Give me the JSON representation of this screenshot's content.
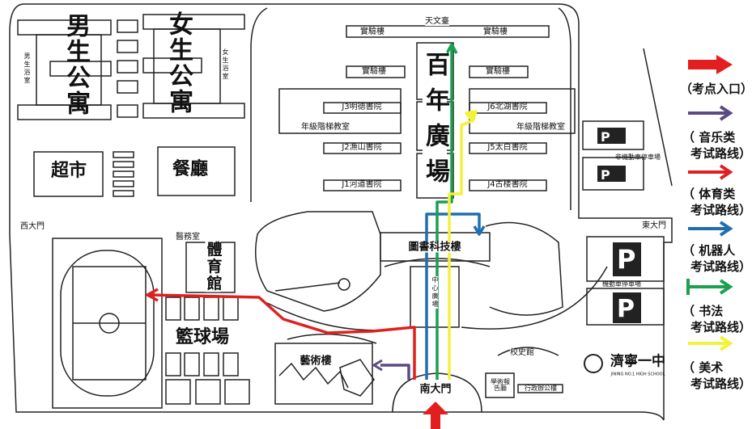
{
  "map": {
    "buildings": {
      "boys_dorm": "男生公寓",
      "boys_bath": "男生浴室",
      "girls_dorm": "女生公寓",
      "girls_bath": "女生浴室",
      "supermarket": "超市",
      "canteen": "餐廳",
      "observatory": "天文臺",
      "lab_top_left": "實驗樓",
      "lab_top_right": "實驗樓",
      "lab_mid_left": "實驗樓",
      "lab_mid_right": "實驗樓",
      "centennial_square": "百年廣場",
      "j3": "J3明德書院",
      "j6": "J6北湖書院",
      "lecture_left": "年級階梯教室",
      "lecture_right": "年級階梯教室",
      "j2": "J2漁山書院",
      "j5": "J5太白書院",
      "j1": "J1河道書院",
      "j4": "J4古楼書院",
      "library": "圖書科技樓",
      "center_square": "中心廣場",
      "clinic": "醫務室",
      "gym": "體育館",
      "basketball": "籃球場",
      "art": "藝術樓",
      "history": "校史館",
      "lecture_hall": "學術報告廳",
      "admin": "行政辦公樓",
      "bike_parking": "非機動車停車場",
      "car_parking": "機動車停車場"
    },
    "gates": {
      "west": "西大門",
      "east": "東大門",
      "south": "南大門"
    },
    "logo": {
      "name": "濟寧一中",
      "subtitle": "JINING NO.1 HIGH SCHOOL"
    }
  },
  "legend": [
    {
      "label": "（考点入口）",
      "color": "#e31e1e",
      "icon": "entrance-arrow-icon"
    },
    {
      "label": "（ 音乐类 考试路线）",
      "color": "#5b4a86",
      "icon": "music-route-arrow-icon"
    },
    {
      "label": "（ 体育类 考试路线）",
      "color": "#e02020",
      "icon": "pe-route-arrow-icon"
    },
    {
      "label": "（ 机器人 考试路线）",
      "color": "#1f6fb0",
      "icon": "robot-route-arrow-icon"
    },
    {
      "label": "（ 书法 考试路线）",
      "color": "#1aa050",
      "icon": "calligraphy-route-arrow-icon"
    },
    {
      "label": "（ 美术 考试路线）",
      "color": "#f2f23a",
      "icon": "art-route-arrow-icon"
    }
  ],
  "legend_lines": {
    "l0": "（考点入口）",
    "l1a": "（ 音乐类",
    "l1b": "考试路线）",
    "l2a": "（ 体育类",
    "l2b": "考试路线）",
    "l3a": "（ 机器人",
    "l3b": "考试路线）",
    "l4a": "（ 书法",
    "l4b": "考试路线）",
    "l5a": "（ 美术",
    "l5b": "考试路线）"
  }
}
